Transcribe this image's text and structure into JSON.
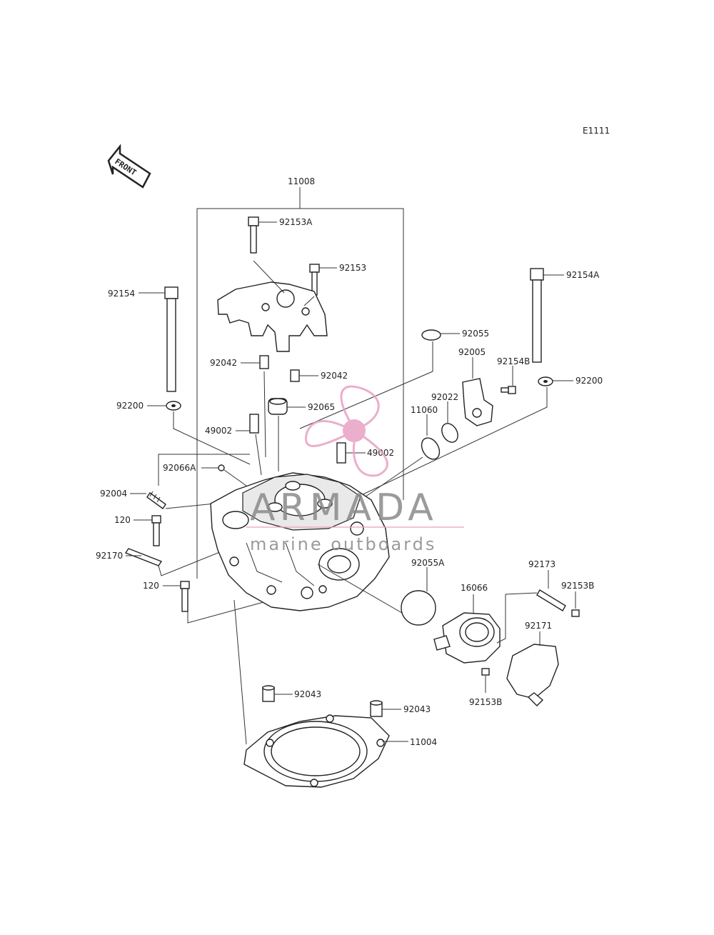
{
  "diagram_code": "E1111",
  "front_label": "FRONT",
  "labels": {
    "l11008": "11008",
    "l92153A": "92153A",
    "l92153": "92153",
    "l92154": "92154",
    "l92154A": "92154A",
    "l92055": "92055",
    "l92005": "92005",
    "l92154B": "92154B",
    "l92200_left": "92200",
    "l92200_right": "92200",
    "l92042_left": "92042",
    "l92042_right": "92042",
    "l92022": "92022",
    "l11060": "11060",
    "l92065": "92065",
    "l49002_left": "49002",
    "l49002_right": "49002",
    "l92066A": "92066A",
    "l92004": "92004",
    "l120_top": "120",
    "l92170": "92170",
    "l120_bottom": "120",
    "l92055A": "92055A",
    "l16066": "16066",
    "l92173": "92173",
    "l92153B_right": "92153B",
    "l92171": "92171",
    "l92153B_bottom": "92153B",
    "l92043_left": "92043",
    "l92043_right": "92043",
    "l11004": "11004"
  },
  "watermark": {
    "brand": "ARMADA",
    "tagline": "marine outboards",
    "color": "#e8a0c4"
  }
}
